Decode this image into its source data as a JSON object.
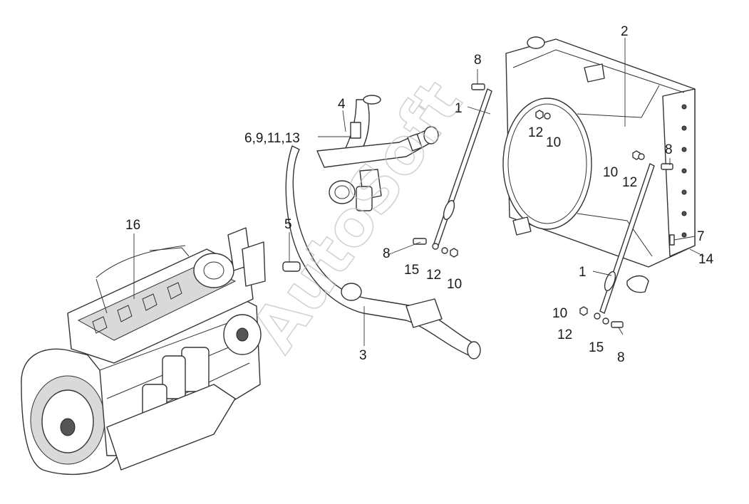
{
  "watermark": "AutoSoft",
  "callouts": [
    "1",
    "2",
    "3",
    "4",
    "5",
    "6,9,11,13",
    "7",
    "8",
    "10",
    "12",
    "14",
    "15",
    "16"
  ]
}
